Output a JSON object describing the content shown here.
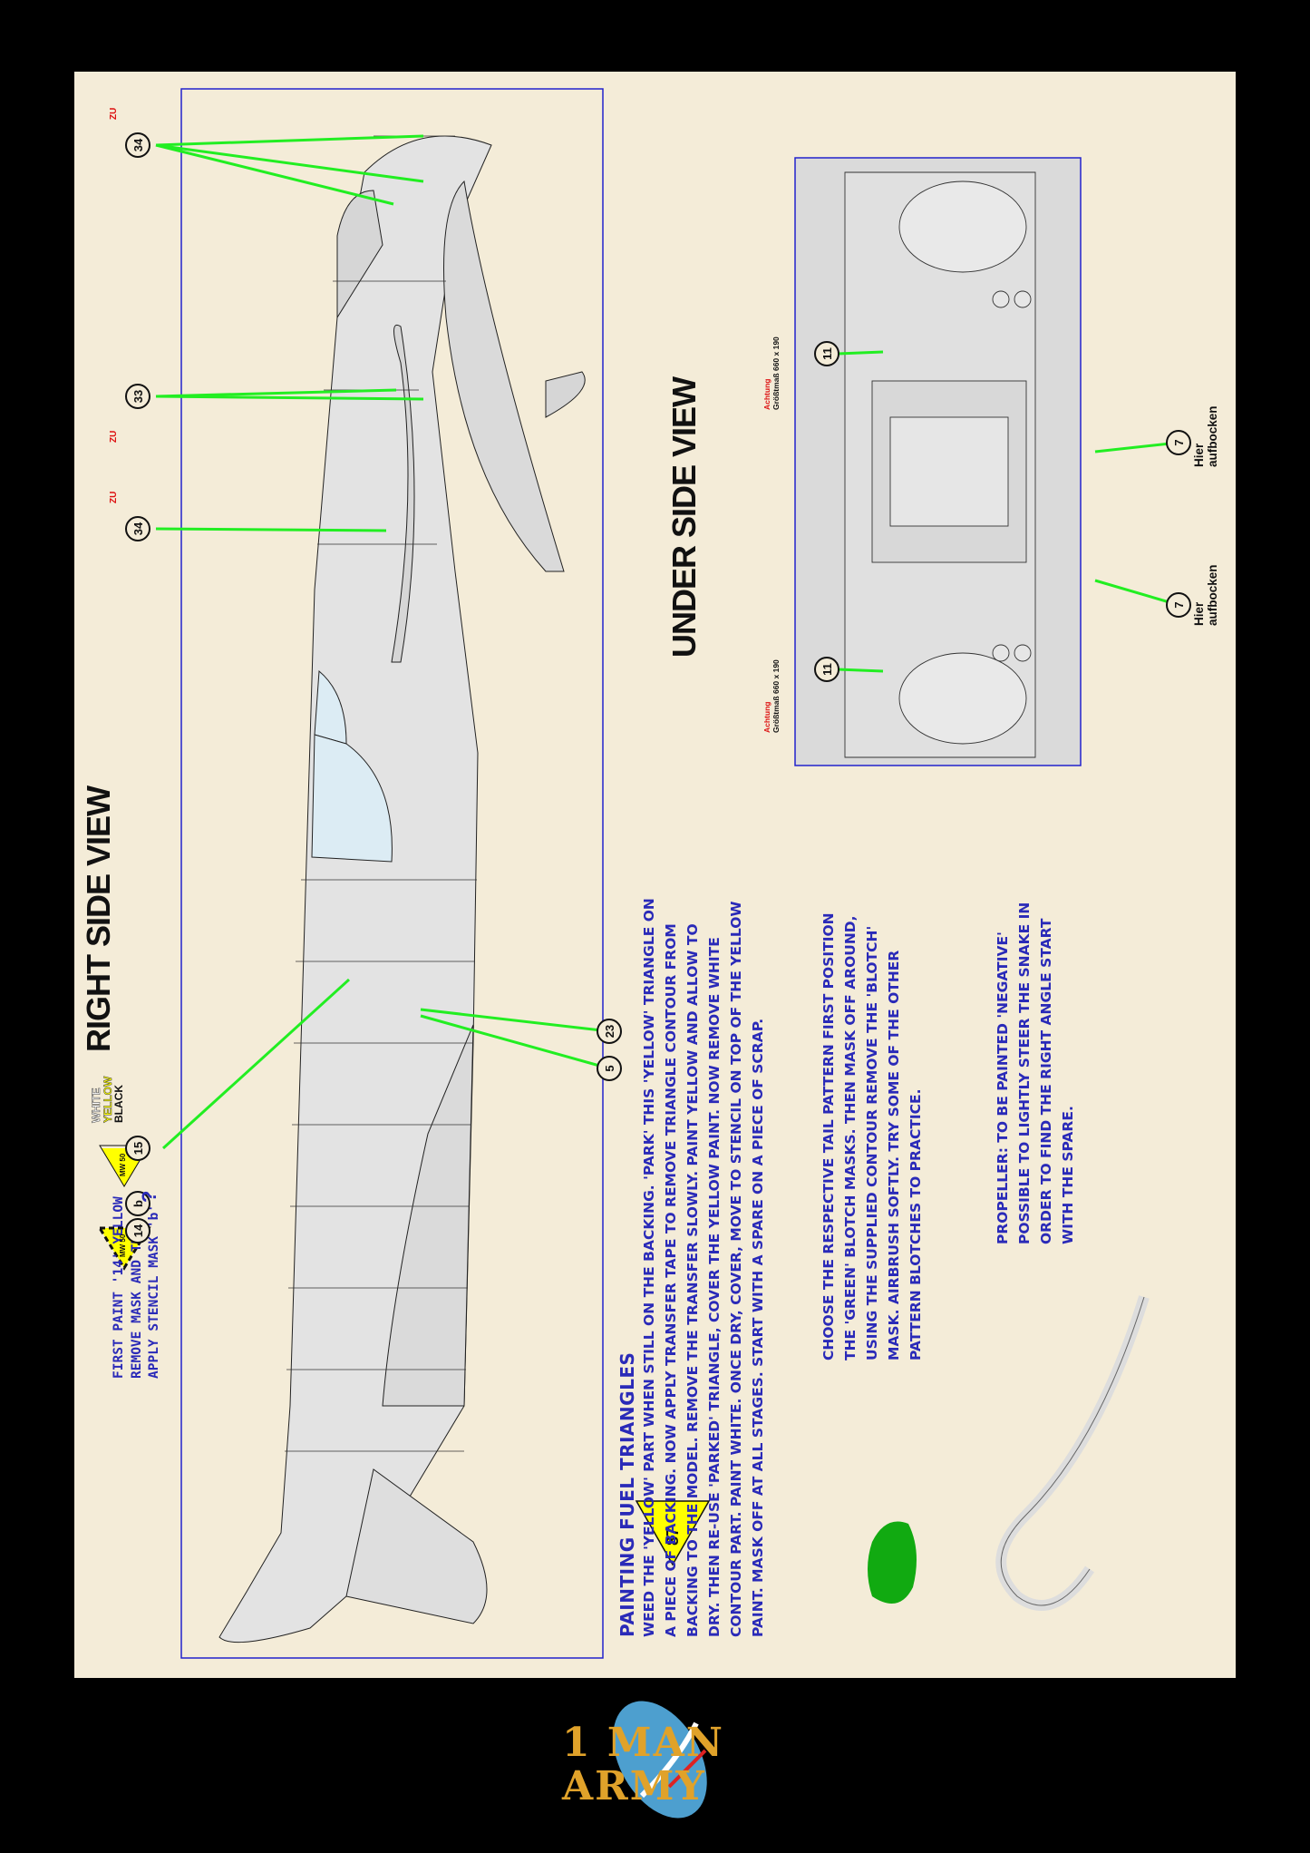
{
  "headings": {
    "right_side_view": "RIGHT SIDE VIEW",
    "under_side_view": "UNDER SIDE VIEW"
  },
  "fuel_note": {
    "lines": "FIRST PAINT '14' YELLOW\nREMOVE MASK AND THEN\nAPPLY STENCIL MASK 'b'"
  },
  "color_key": {
    "white": "WHITE",
    "yellow": "YELLOW",
    "black": "BLACK"
  },
  "triangles": {
    "mw50_a": "MW 50",
    "mw50_b": "MW 50",
    "small": "MW 50"
  },
  "markers": {
    "m14": "14",
    "mb": "b",
    "m15": "15",
    "question": "?",
    "m34_top": "34",
    "m33": "33",
    "m34_mid": "34",
    "m23": "23",
    "m5": "5",
    "m11_a": "11",
    "m11_b": "11",
    "m7_a": "7",
    "m7_b": "7"
  },
  "zu_tags": {
    "zu1": "ZU",
    "zu2": "ZU",
    "zu3": "ZU"
  },
  "hier": {
    "a": "Hier\naufbocken",
    "b": "Hier\naufbocken"
  },
  "achtung": {
    "word_a": "Achtung",
    "size_a": "Größtmaß 660 x 190",
    "word_b": "Achtung",
    "size_b": "Größtmaß 660 x 190"
  },
  "painting_block": {
    "title": "PAINTING FUEL TRIANGLES",
    "badge": "87",
    "body": "WEED THE 'YELLOW' PART WHEN STILL ON THE BACKING. 'PARK' THIS 'YELLOW' TRIANGLE ON A PIECE OF BACKING. NOW APPLY TRANSFER TAPE TO REMOVE TRIANGLE CONTOUR FROM BACKING TO THE MODEL. REMOVE THE TRANSFER SLOWLY. PAINT YELLOW AND ALLOW TO DRY. THEN RE-USE 'PARKED' TRIANGLE, COVER THE YELLOW PAINT. NOW REMOVE WHITE CONTOUR PART. PAINT WHITE. ONCE DRY, COVER, MOVE TO STENCIL ON TOP OF THE YELLOW PAINT. MASK OFF AT ALL STAGES. START WITH A SPARE ON A PIECE OF SCRAP."
  },
  "tail_block": {
    "body": "CHOOSE THE RESPECTIVE TAIL PATTERN FIRST POSITION THE 'GREEN' BLOTCH MASKS. THEN MASK OFF AROUND, USING THE SUPPLIED CONTOUR REMOVE THE 'BLOTCH' MASK. AIRBRUSH SOFTLY. TRY SOME OF THE OTHER PATTERN BLOTCHES TO PRACTICE."
  },
  "prop_block": {
    "body": "PROPELLER: TO BE PAINTED 'NEGATIVE' POSSIBLE TO LIGHTLY STEER THE SNAKE IN ORDER TO FIND THE RIGHT ANGLE START WITH THE SPARE."
  },
  "logo": {
    "line1": "1 MAN",
    "line2": "ARMY"
  },
  "colors": {
    "background": "#000000",
    "sheet": "#f4ecd8",
    "frame_blue": "#2222cc",
    "leader_green": "#22ee22",
    "text_blue": "#2a2ab8",
    "aircraft_grey": "#e3e3e3",
    "triangle_yellow": "#ffff00",
    "zu_red": "#dd1111",
    "blotch_green": "#11aa11"
  }
}
